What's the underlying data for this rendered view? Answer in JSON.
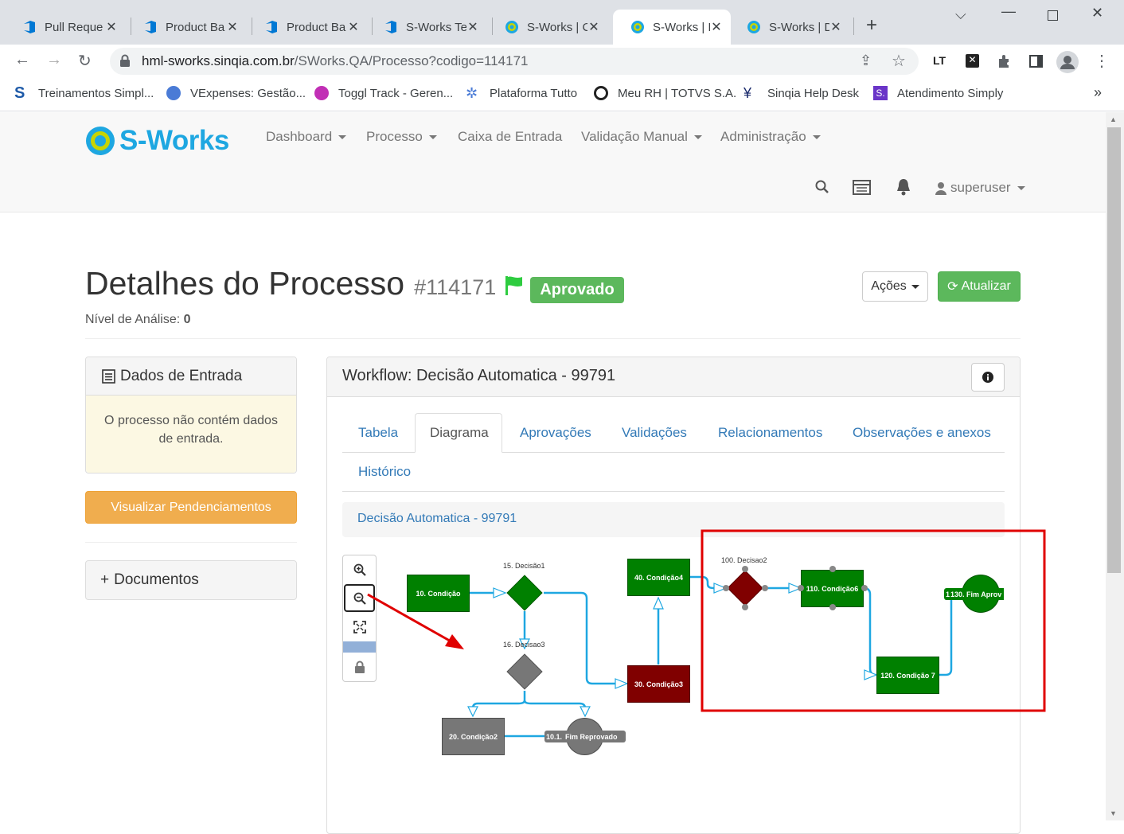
{
  "browser": {
    "tabs": [
      {
        "title": "Pull Reque",
        "icon": "azure-devops-icon"
      },
      {
        "title": "Product Ba",
        "icon": "azure-devops-icon"
      },
      {
        "title": "Product Ba",
        "icon": "azure-devops-icon"
      },
      {
        "title": "S-Works Te",
        "icon": "azure-devops-icon"
      },
      {
        "title": "S-Works | C",
        "icon": "sworks-icon"
      },
      {
        "title": "S-Works | D",
        "icon": "sworks-icon"
      },
      {
        "title": "S-Works | D",
        "icon": "sworks-icon"
      }
    ],
    "new_tab": "+",
    "url_host": "hml-sworks.sinqia.com.br",
    "url_path": "/SWorks.QA/Processo?codigo=114171",
    "bookmarks": [
      "Treinamentos Simpl...",
      "VExpenses: Gestão...",
      "Toggl Track - Geren...",
      "Plataforma Tutto",
      "Meu RH | TOTVS S.A.",
      "Sinqia Help Desk",
      "Atendimento Simply"
    ],
    "bookmarks_more": "»"
  },
  "app": {
    "brand": "S-Works",
    "nav": [
      {
        "label": "Dashboard",
        "dropdown": true
      },
      {
        "label": "Processo",
        "dropdown": true
      },
      {
        "label": "Caixa de Entrada",
        "dropdown": false
      },
      {
        "label": "Validação Manual",
        "dropdown": true
      },
      {
        "label": "Administração",
        "dropdown": true
      }
    ],
    "user": "superuser"
  },
  "page": {
    "title": "Detalhes do Processo",
    "process_id": "#114171",
    "status": "Aprovado",
    "level_label": "Nível de Análise:",
    "level_value": "0",
    "actions_label": "Ações",
    "refresh_label": "Atualizar"
  },
  "left": {
    "input_title": "Dados de Entrada",
    "input_empty": "O processo não contém dados de entrada.",
    "pending_button": "Visualizar Pendenciamentos",
    "documents_title": "Documentos",
    "documents_prefix": "+"
  },
  "workflow": {
    "title": "Workflow: Decisão Automatica - 99791",
    "tabs": [
      "Tabela",
      "Diagrama",
      "Aprovações",
      "Validações",
      "Relacionamentos",
      "Observações e anexos",
      "Histórico"
    ],
    "active_tab": "Diagrama",
    "subheader": "Decisão Automatica - 99791",
    "diagram": {
      "nodes": {
        "n10": "10. Condição",
        "n15": "15. Decisão1",
        "n16": "16. Decisao3",
        "n20": "20. Condição2",
        "fim_rep": "Fim Reprovado",
        "fim_rep_badge": "10.1.",
        "n40": "40. Condição4",
        "n30": "30. Condição3",
        "n100": "100. Decisao2",
        "n110": "110. Condição6",
        "n120": "120. Condição 7",
        "fim_apr": "130. Fim Aprov",
        "fim_apr_badge": "1"
      }
    }
  },
  "colors": {
    "status_green": "#5cb85c",
    "warning_orange": "#f0ad4e",
    "link_blue": "#337ab7",
    "node_green": "#008000",
    "node_darkred": "#800000",
    "node_gray": "#777777",
    "annotation_red": "#e00000",
    "edge_blue": "#1ea7e1"
  }
}
